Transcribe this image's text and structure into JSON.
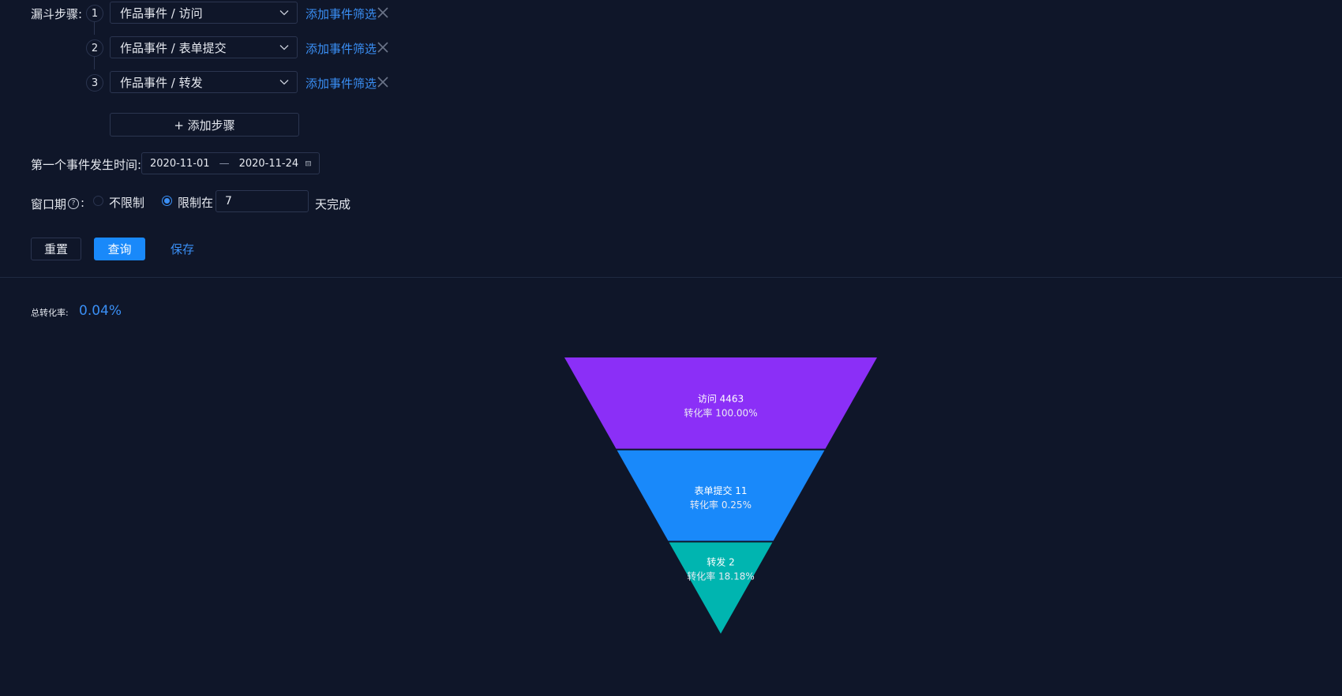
{
  "form": {
    "funnel_steps_label": "漏斗步骤:",
    "steps": [
      {
        "num": "1",
        "event": "作品事件 / 访问",
        "filter_link": "添加事件筛选"
      },
      {
        "num": "2",
        "event": "作品事件 / 表单提交",
        "filter_link": "添加事件筛选"
      },
      {
        "num": "3",
        "event": "作品事件 / 转发",
        "filter_link": "添加事件筛选"
      }
    ],
    "add_step": "+ 添加步骤",
    "first_event_time_label": "第一个事件发生时间:",
    "date_start": "2020-11-01",
    "date_sep": "—",
    "date_end": "2020-11-24",
    "window_label": "窗口期",
    "window_colon": ":",
    "help_glyph": "?",
    "radio_unlimited": "不限制",
    "radio_limited": "限制在",
    "window_value": "7",
    "window_suffix": "天完成",
    "reset": "重置",
    "query": "查询",
    "save": "保存"
  },
  "summary": {
    "total_rate_label": "总转化率:",
    "total_rate_value": "0.04%"
  },
  "colors": {
    "step1": "#8b2ff7",
    "step2": "#1989fa",
    "step3": "#00b5b0",
    "link": "#3a8ff5",
    "primary": "#1989fa",
    "background": "#0f1629"
  },
  "chart_data": {
    "type": "funnel",
    "stages": [
      {
        "name": "访问",
        "value": 4463,
        "label": "访问 4463",
        "rate_label": "转化率 100.00%"
      },
      {
        "name": "表单提交",
        "value": 11,
        "label": "表单提交 11",
        "rate_label": "转化率 0.25%"
      },
      {
        "name": "转发",
        "value": 2,
        "label": "转发 2",
        "rate_label": "转化率 18.18%"
      }
    ]
  }
}
